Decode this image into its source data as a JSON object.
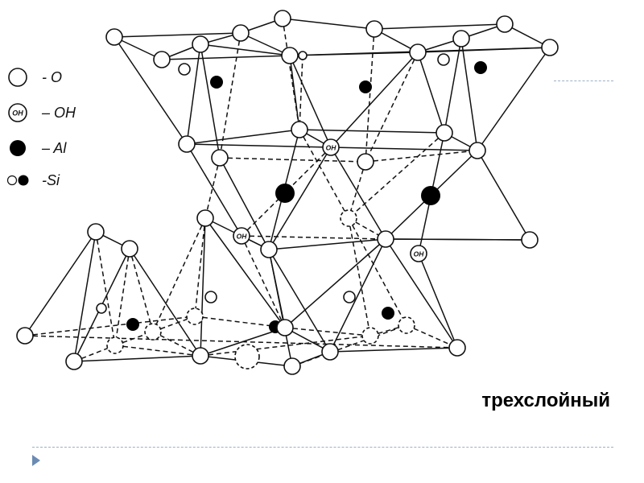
{
  "legend": [
    {
      "symbol": "oxygen-atom-icon",
      "label": "- O"
    },
    {
      "symbol": "hydroxyl-group-icon",
      "symbol_text": "OH",
      "label": "– OH"
    },
    {
      "symbol": "aluminum-atom-icon",
      "label": "– Al"
    },
    {
      "symbol": "silicon-atom-icon",
      "label": "-Si"
    }
  ],
  "caption": "трехслойный",
  "colors": {
    "line": "#111111",
    "atom_fill": "#ffffff",
    "cation_fill": "#000000",
    "divider": "#9bb0c4",
    "bullet": "#6b8bb3"
  }
}
